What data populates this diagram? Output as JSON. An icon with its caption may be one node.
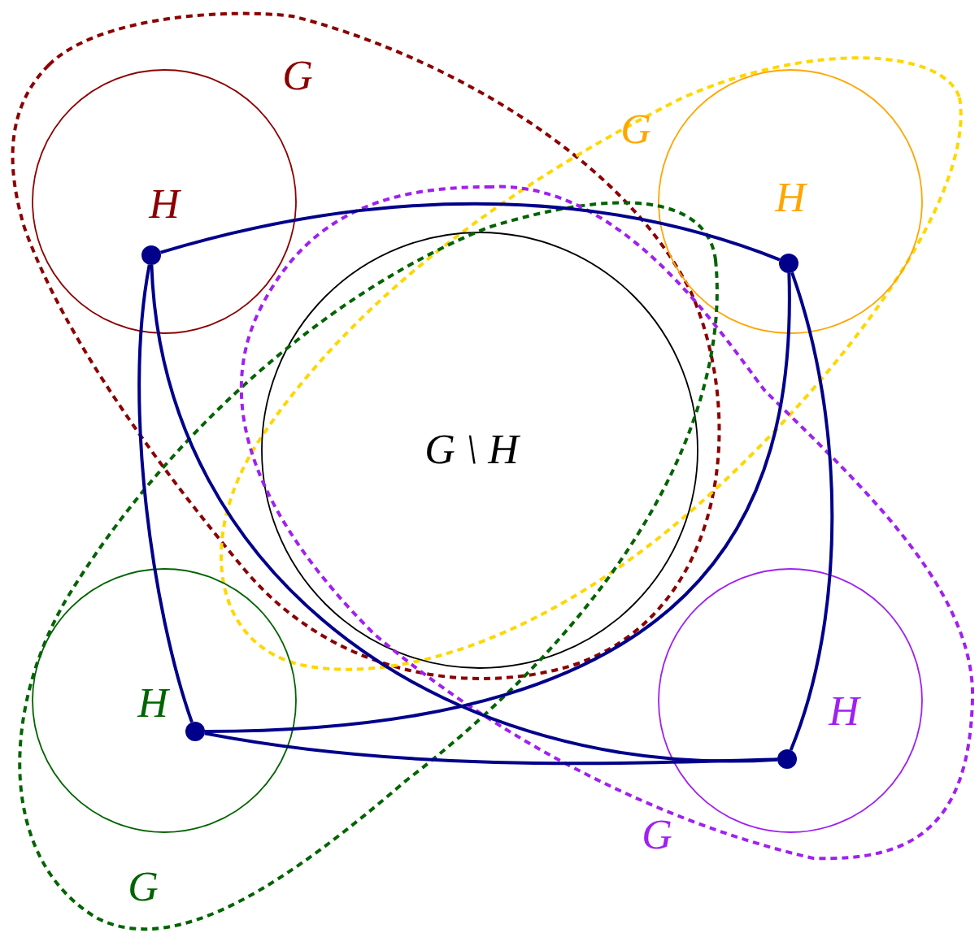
{
  "diagram": {
    "nodes": [
      {
        "text": [
          "G"
        ]
      },
      {
        "text": [
          "H"
        ],
        "in": 0
      },
      {
        "text": [
          "G"
        ]
      },
      {
        "text": [
          "H"
        ],
        "in": 2
      },
      {
        "text": [
          "G \\ H"
        ]
      },
      {
        "text": [
          "H"
        ],
        "in": 7
      },
      {
        "text": [
          "H"
        ],
        "in": 8
      },
      {
        "text": [
          "G"
        ]
      },
      {
        "text": [
          "G"
        ]
      },
      {
        "text": [],
        "shape": "circle",
        "in": 1
      },
      {
        "text": [],
        "shape": "circle",
        "in": 3
      },
      {
        "text": [],
        "shape": "circle",
        "in": 5
      },
      {
        "text": [],
        "shape": "circle",
        "in": 6
      }
    ],
    "edges": [
      {
        "from": 9,
        "to": 10,
        "arrow": "none"
      },
      {
        "from": 9,
        "to": 11,
        "arrow": "none"
      },
      {
        "from": 9,
        "to": 12,
        "arrow": "none"
      },
      {
        "from": 10,
        "to": 11,
        "arrow": "none"
      },
      {
        "from": 10,
        "to": 12,
        "arrow": "none"
      },
      {
        "from": 11,
        "to": 12,
        "arrow": "none"
      }
    ]
  }
}
